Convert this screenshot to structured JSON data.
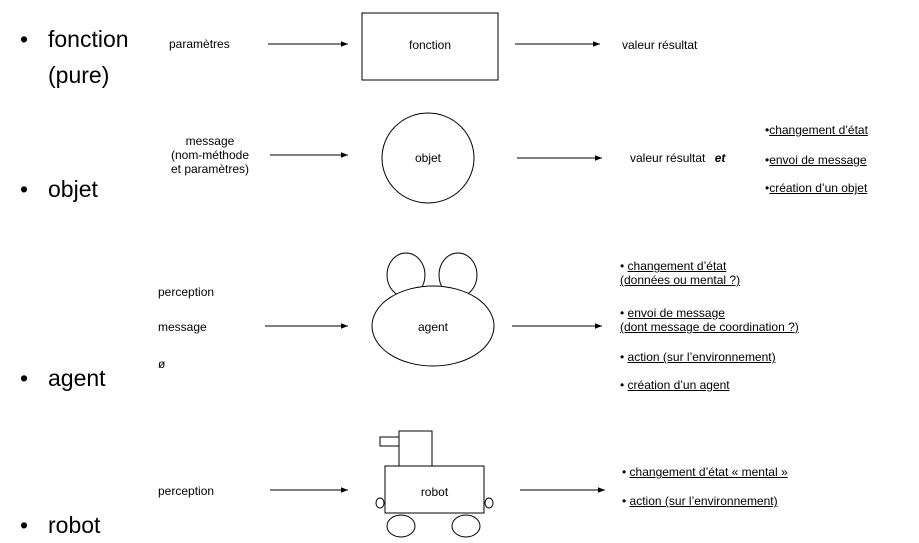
{
  "rows": {
    "fonction": {
      "bullet": "•",
      "label_line1": "fonction",
      "label_line2": "(pure)",
      "input": "paramètres",
      "box": "fonction",
      "output": "valeur résultat"
    },
    "objet": {
      "bullet": "•",
      "label": "objet",
      "input_lines": [
        "message",
        "(nom-méthode",
        "et paramètres)"
      ],
      "node": "objet",
      "output": "valeur résultat",
      "conj": "et",
      "effects": [
        "changement d’état",
        "envoi de message",
        "création d’un objet"
      ]
    },
    "agent": {
      "bullet": "•",
      "label": "agent",
      "inputs": [
        "perception",
        "message",
        "ø"
      ],
      "node": "agent",
      "effects": [
        [
          "changement d’état",
          "(données ou mental ?)"
        ],
        [
          "envoi de message",
          "(dont message de coordination ?)"
        ],
        [
          "action (sur l’environnement)"
        ],
        [
          "création d’un agent"
        ]
      ]
    },
    "robot": {
      "bullet": "•",
      "label": "robot",
      "input": "perception",
      "node": "robot",
      "effects": [
        "changement d’état « mental »",
        "action (sur l’environnement)"
      ]
    }
  }
}
